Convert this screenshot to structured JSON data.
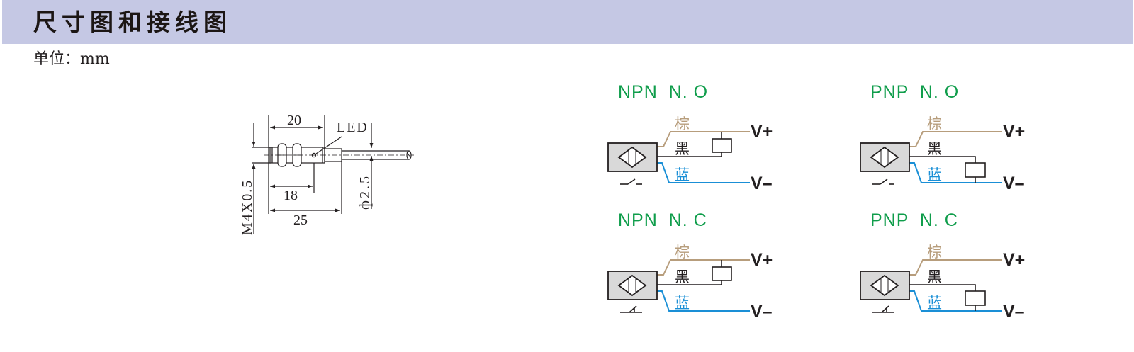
{
  "header": {
    "title": "尺寸图和接线图",
    "background_color": "#c5c8e4"
  },
  "unit": {
    "label": "单位：mm"
  },
  "dimension_drawing": {
    "led_label": "LED",
    "dim_length_top": "20",
    "dim_thread": "18",
    "dim_total": "25",
    "dim_thread_spec": "M4X0.5",
    "dim_cable_diameter": "ф2.5"
  },
  "wiring": {
    "colors": {
      "brown": "#b79d7c",
      "black": "#231f20",
      "blue": "#1a8fd6",
      "title": "#0f9d4b",
      "sensor_fill": "#d9d9d9"
    },
    "panels": [
      {
        "id": "npn-no",
        "title": "NPN  N. O",
        "type": "NPN",
        "contact": "NO",
        "brown_label": "棕",
        "black_label": "黑",
        "blue_label": "蓝",
        "vplus_label": "V+",
        "vminus_label": "V–",
        "switch_icon": "normally-open-switch"
      },
      {
        "id": "pnp-no",
        "title": "PNP  N. O",
        "type": "PNP",
        "contact": "NO",
        "brown_label": "棕",
        "black_label": "黑",
        "blue_label": "蓝",
        "vplus_label": "V+",
        "vminus_label": "V–",
        "switch_icon": "normally-open-switch"
      },
      {
        "id": "npn-nc",
        "title": "NPN  N. C",
        "type": "NPN",
        "contact": "NC",
        "brown_label": "棕",
        "black_label": "黑",
        "blue_label": "蓝",
        "vplus_label": "V+",
        "vminus_label": "V–",
        "switch_icon": "normally-closed-switch"
      },
      {
        "id": "pnp-nc",
        "title": "PNP  N. C",
        "type": "PNP",
        "contact": "NC",
        "brown_label": "棕",
        "black_label": "黑",
        "blue_label": "蓝",
        "vplus_label": "V+",
        "vminus_label": "V–",
        "switch_icon": "normally-closed-switch"
      }
    ]
  }
}
